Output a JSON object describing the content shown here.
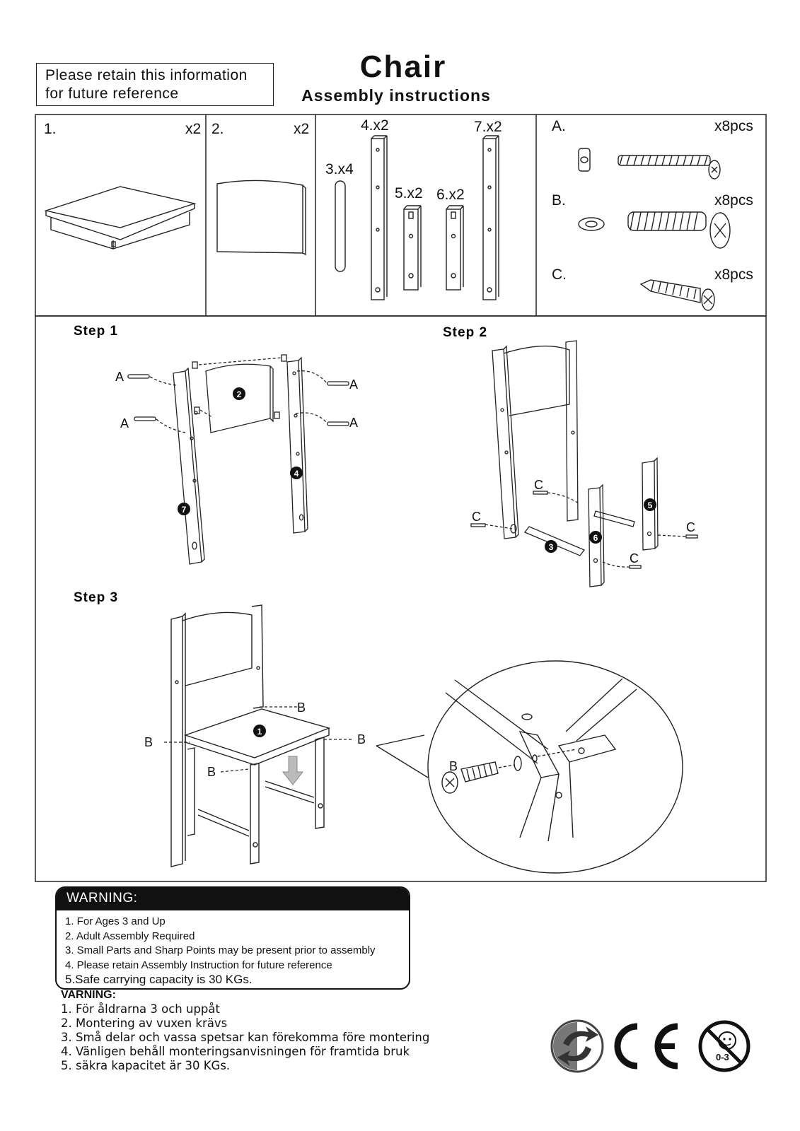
{
  "header": {
    "retain_notice": "Please retain this information for future reference",
    "title": "Chair",
    "subtitle": "Assembly instructions"
  },
  "parts": [
    {
      "label": "1.",
      "qty": "x2"
    },
    {
      "label": "2.",
      "qty": "x2"
    },
    {
      "label": "3.x4"
    },
    {
      "label": "4.x2"
    },
    {
      "label": "5.x2"
    },
    {
      "label": "6.x2"
    },
    {
      "label": "7.x2"
    }
  ],
  "hardware": [
    {
      "label": "A.",
      "qty": "x8pcs"
    },
    {
      "label": "B.",
      "qty": "x8pcs"
    },
    {
      "label": "C.",
      "qty": "x8pcs"
    }
  ],
  "steps": {
    "step1": "Step 1",
    "step2": "Step 2",
    "step3": "Step 3",
    "num1": "1",
    "num2": "2",
    "num3": "3",
    "num4": "4",
    "num5": "5",
    "num6": "6",
    "num7": "7",
    "a": "A",
    "b": "B",
    "c": "C"
  },
  "warning": {
    "heading": "WARNING:",
    "items": [
      "1. For Ages 3 and Up",
      "2. Adult Assembly Required",
      "3. Small Parts and Sharp Points may be present prior to assembly",
      "4. Please retain Assembly Instruction for future reference",
      "5.Safe carrying capacity is 30 KGs."
    ]
  },
  "varning": {
    "heading": "VARNING:",
    "items": [
      "1. För åldrarna 3 och uppåt",
      "2. Montering av vuxen krävs",
      "3. Små delar och vassa spetsar kan förekomma före montering",
      "4. Vänligen behåll monteringsanvisningen för framtida bruk",
      "5. säkra kapacitet är 30 KGs."
    ]
  },
  "icons": {
    "ce_mark": "CE",
    "age_restriction": "0-3"
  }
}
